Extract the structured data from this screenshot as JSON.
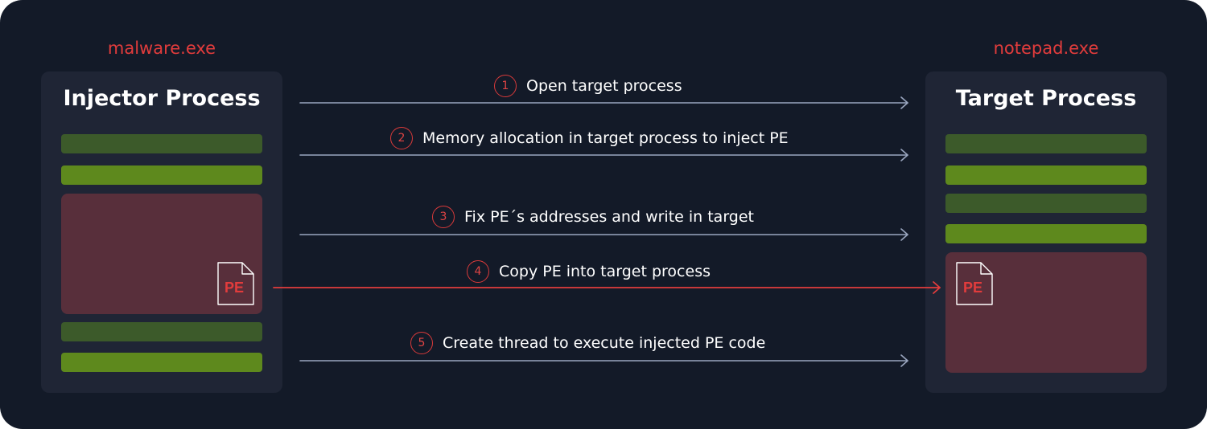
{
  "left": {
    "exe_name": "malware.exe",
    "title": "Injector Process"
  },
  "right": {
    "exe_name": "notepad.exe",
    "title": "Target Process"
  },
  "pe_icon_label": "PE",
  "steps": [
    {
      "number": "1",
      "label": "Open target process"
    },
    {
      "number": "2",
      "label": "Memory allocation in target process to inject PE"
    },
    {
      "number": "3",
      "label": "Fix PE´s addresses and write in target"
    },
    {
      "number": "4",
      "label": "Copy PE into target process"
    },
    {
      "number": "5",
      "label": "Create thread to execute injected PE code"
    }
  ],
  "colors": {
    "background": "#131a28",
    "panel": "#1f2535",
    "accent_red": "#e23c3c",
    "memory_dark": "#3c5a2a",
    "memory_bright": "#5e891d",
    "pe_region": "#582f3b",
    "arrow": "#9aa6bf"
  }
}
